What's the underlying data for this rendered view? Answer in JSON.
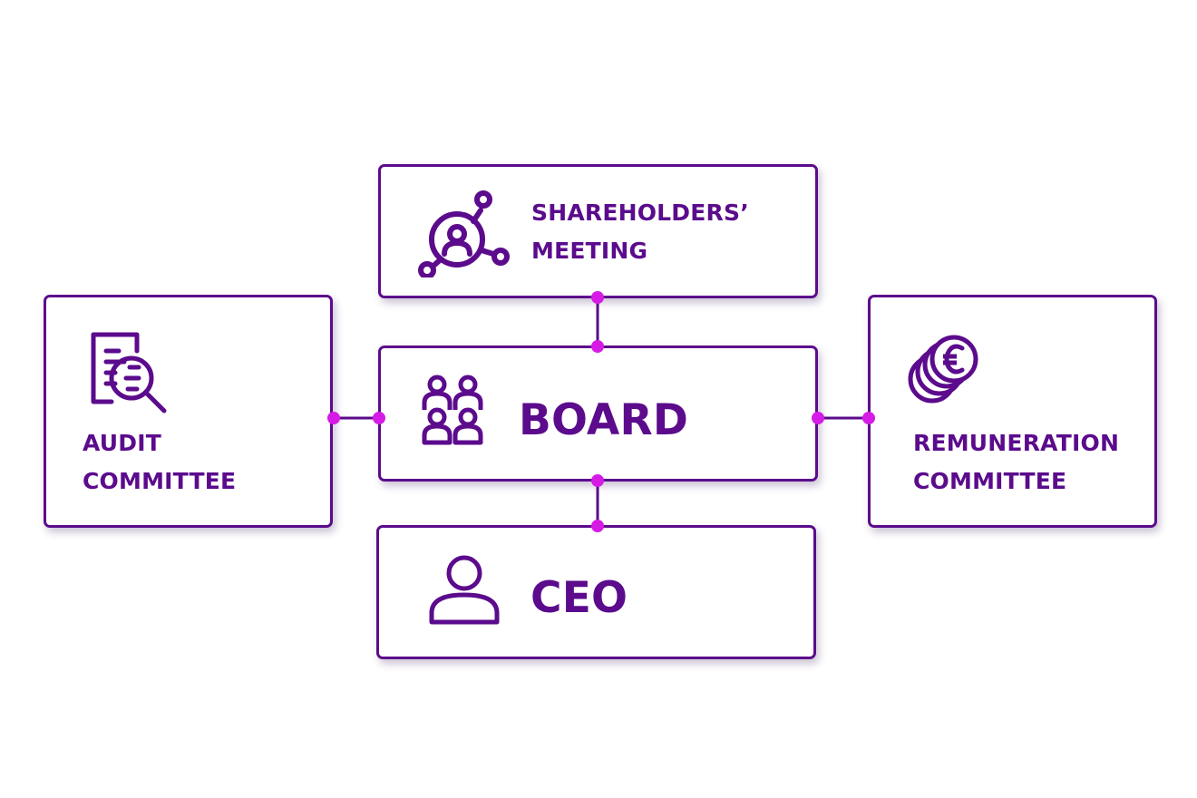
{
  "diagram": {
    "nodes": {
      "shareholders": {
        "lines": [
          "SHAREHOLDERS’",
          "MEETING"
        ],
        "icon": "network-person-icon"
      },
      "board": {
        "lines": [
          "BOARD"
        ],
        "icon": "group-people-icon"
      },
      "ceo": {
        "lines": [
          "CEO"
        ],
        "icon": "person-icon"
      },
      "audit": {
        "lines": [
          "AUDIT",
          "COMMITTEE"
        ],
        "icon": "document-magnifier-icon"
      },
      "remuneration": {
        "lines": [
          "REMUNERATION",
          "COMMITTEE"
        ],
        "icon": "euro-coins-icon"
      }
    },
    "edges": [
      {
        "from": "shareholders",
        "to": "board"
      },
      {
        "from": "board",
        "to": "ceo"
      },
      {
        "from": "audit",
        "to": "board"
      },
      {
        "from": "board",
        "to": "remuneration"
      }
    ],
    "colors": {
      "primary": "#5b0b8c",
      "connector_dot": "#d61be6"
    }
  }
}
